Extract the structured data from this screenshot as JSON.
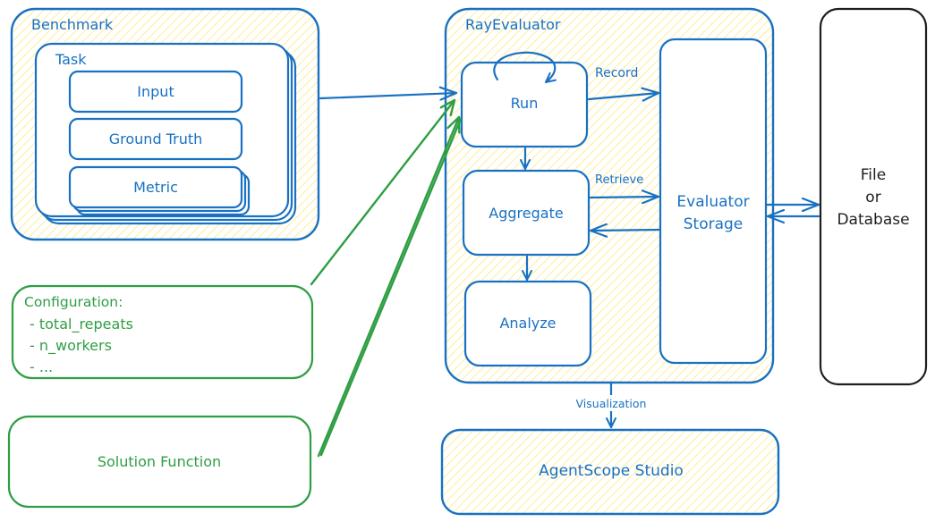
{
  "colors": {
    "blue": "#1971c2",
    "green": "#2f9e44",
    "black": "#1e1e1e",
    "hatch": "#ffec99"
  },
  "benchmark": {
    "title": "Benchmark",
    "task": {
      "title": "Task",
      "items": [
        "Input",
        "Ground Truth",
        "Metric"
      ]
    }
  },
  "configuration": {
    "title": "Configuration:",
    "items": [
      "- total_repeats",
      "- n_workers",
      "- ..."
    ]
  },
  "solution": {
    "label": "Solution Function"
  },
  "ray_evaluator": {
    "title": "RayEvaluator",
    "steps": [
      "Run",
      "Aggregate",
      "Analyze"
    ],
    "storage_line1": "Evaluator",
    "storage_line2": "Storage",
    "edges": {
      "record": "Record",
      "retrieve": "Retrieve"
    }
  },
  "external_store": {
    "line1": "File",
    "line2": "or",
    "line3": "Database"
  },
  "visualization_label": "Visualization",
  "studio": {
    "label": "AgentScope Studio"
  }
}
